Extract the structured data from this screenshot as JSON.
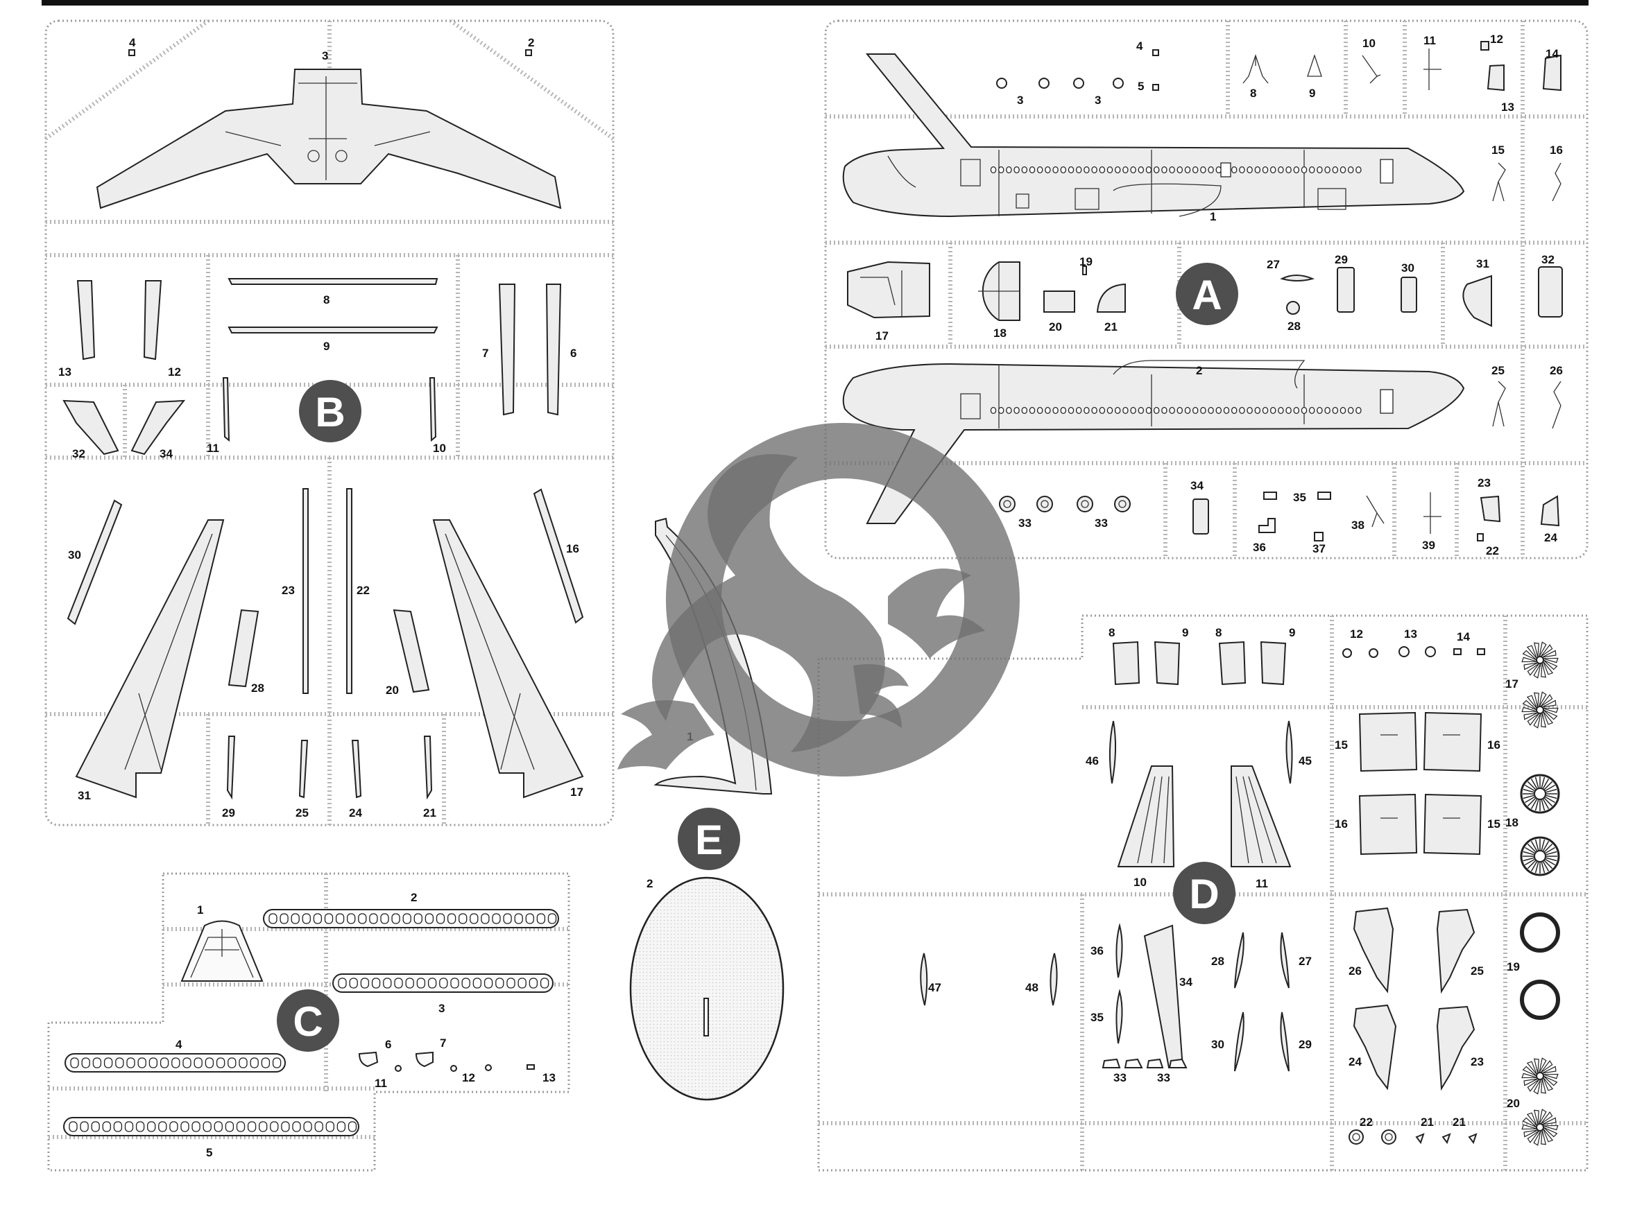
{
  "sprues": {
    "A": {
      "letter": "A",
      "labels": [
        "1",
        "2",
        "3",
        "3",
        "4",
        "5",
        "8",
        "9",
        "10",
        "11",
        "12",
        "13",
        "14",
        "15",
        "16",
        "17",
        "18",
        "19",
        "20",
        "21",
        "22",
        "23",
        "24",
        "25",
        "26",
        "27",
        "28",
        "29",
        "30",
        "31",
        "32",
        "33",
        "33",
        "34",
        "35",
        "36",
        "37",
        "38",
        "39"
      ]
    },
    "B": {
      "letter": "B",
      "labels": [
        "2",
        "3",
        "4",
        "6",
        "7",
        "8",
        "9",
        "10",
        "11",
        "12",
        "13",
        "16",
        "17",
        "20",
        "21",
        "22",
        "23",
        "24",
        "25",
        "28",
        "29",
        "30",
        "31",
        "32",
        "34"
      ]
    },
    "C": {
      "letter": "C",
      "labels": [
        "1",
        "2",
        "3",
        "4",
        "5",
        "6",
        "7",
        "11",
        "12",
        "13"
      ]
    },
    "D": {
      "letter": "D",
      "labels": [
        "8",
        "9",
        "8",
        "9",
        "10",
        "11",
        "12",
        "13",
        "14",
        "15",
        "15",
        "16",
        "16",
        "17",
        "18",
        "19",
        "20",
        "21",
        "21",
        "22",
        "23",
        "24",
        "25",
        "26",
        "27",
        "28",
        "29",
        "30",
        "33",
        "33",
        "34",
        "35",
        "36",
        "45",
        "46",
        "47",
        "48"
      ]
    },
    "E": {
      "letter": "E",
      "labels": [
        "1",
        "2"
      ]
    }
  },
  "watermark": "dragon-logo"
}
